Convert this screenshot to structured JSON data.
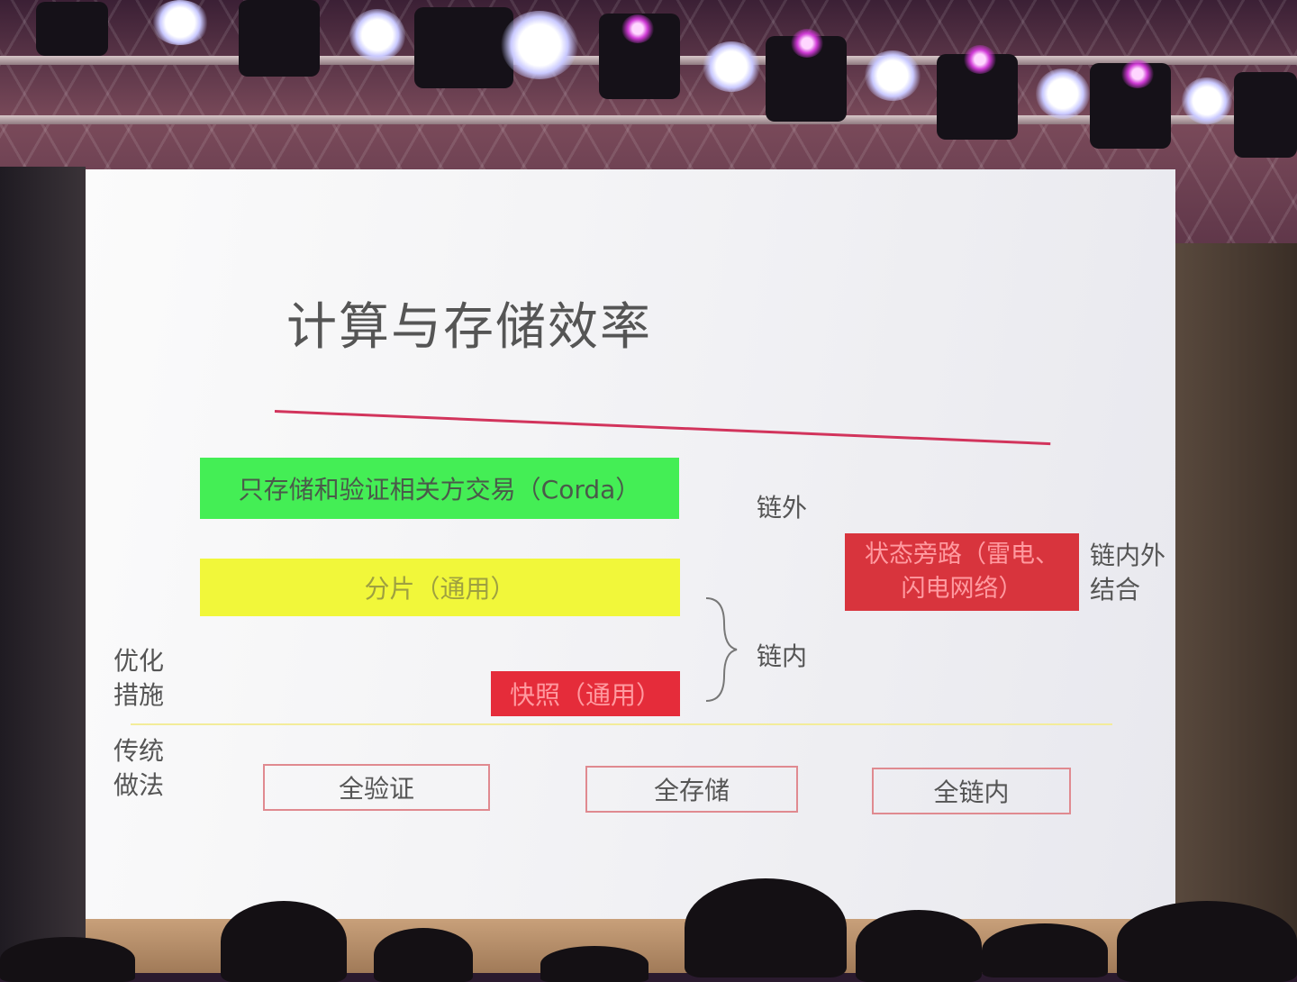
{
  "slide": {
    "title": "计算与存储效率",
    "bars": {
      "green": "只存储和验证相关方交易（Corda）",
      "yellow": "分片（通用）",
      "snapshot": "快照（通用）",
      "state_line1": "状态旁路（雷电、",
      "state_line2": "闪电网络）"
    },
    "labels": {
      "off_chain": "链外",
      "on_chain": "链内",
      "hybrid_line1": "链内外",
      "hybrid_line2": "结合",
      "optimization_line1": "优化",
      "optimization_line2": "措施",
      "traditional_line1": "传统",
      "traditional_line2": "做法"
    },
    "boxes": [
      "全验证",
      "全存储",
      "全链内"
    ],
    "colors": {
      "rule": "#d2345c",
      "green": "#44ee55",
      "yellow": "#f1f73a",
      "red": "#e52c3a",
      "box_border": "#e08a90"
    }
  }
}
